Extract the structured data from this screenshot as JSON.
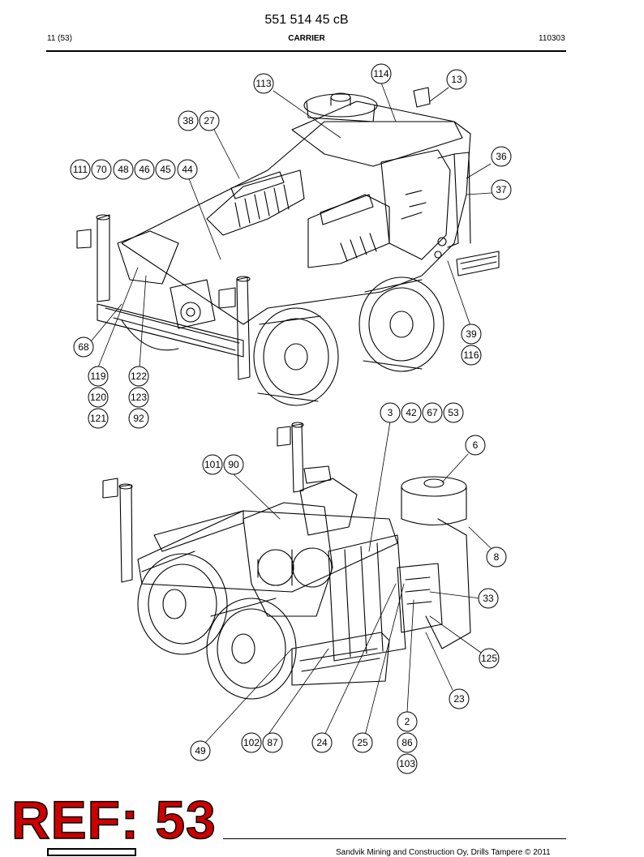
{
  "header": {
    "doc_number": "551 514 45 cB",
    "page_ref": "11 (53)",
    "section_title": "CARRIER",
    "date_code": "110303"
  },
  "figure_top": {
    "callouts": [
      "114",
      "13",
      "113",
      "38",
      "27",
      "36",
      "111",
      "70",
      "48",
      "46",
      "45",
      "44",
      "37",
      "39",
      "116",
      "68",
      "119",
      "122",
      "120",
      "123",
      "121",
      "92"
    ]
  },
  "figure_bottom": {
    "callouts": [
      "3",
      "42",
      "67",
      "53",
      "6",
      "101",
      "90",
      "8",
      "33",
      "125",
      "23",
      "2",
      "86",
      "103",
      "49",
      "102",
      "87",
      "24",
      "25"
    ]
  },
  "footer": {
    "ref_stamp": "REF: 53",
    "copyright": "Sandvik Mining and Construction Oy, Drills Tampere © 2011"
  },
  "colors": {
    "stamp_red": "#cc0000",
    "line": "#000000"
  }
}
